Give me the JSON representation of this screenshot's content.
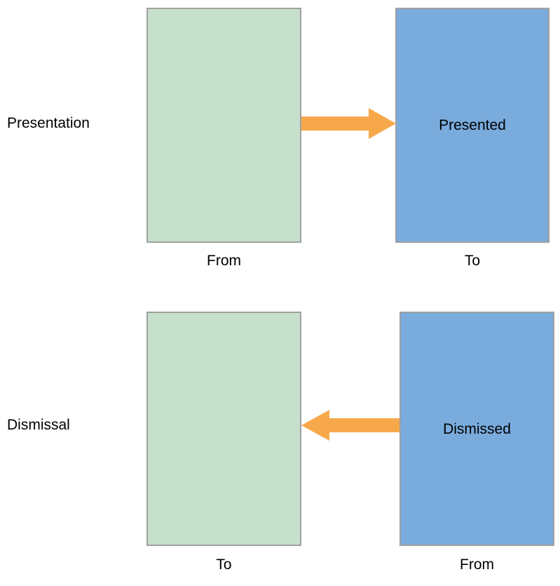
{
  "diagram": {
    "type": "two-row state transition diagram",
    "background_color": "#ffffff",
    "palette": {
      "source_box_fill": "#c6e0cb",
      "target_box_fill": "#7aabdd",
      "box_border": "#a0a0a0",
      "arrow_fill": "#f7a84a",
      "text_color": "#000000"
    }
  },
  "rows": [
    {
      "label": "Presentation",
      "left_box": {
        "label": "",
        "caption": "From",
        "fill": "#c6e0cb"
      },
      "right_box": {
        "label": "Presented",
        "caption": "To",
        "fill": "#7aabdd"
      },
      "arrow": {
        "direction": "right",
        "color": "#f7a84a",
        "from": "From",
        "to": "To"
      }
    },
    {
      "label": "Dismissal",
      "left_box": {
        "label": "",
        "caption": "To",
        "fill": "#c6e0cb"
      },
      "right_box": {
        "label": "Dismissed",
        "caption": "From",
        "fill": "#7aabdd"
      },
      "arrow": {
        "direction": "left",
        "color": "#f7a84a",
        "from": "From",
        "to": "To"
      }
    }
  ]
}
